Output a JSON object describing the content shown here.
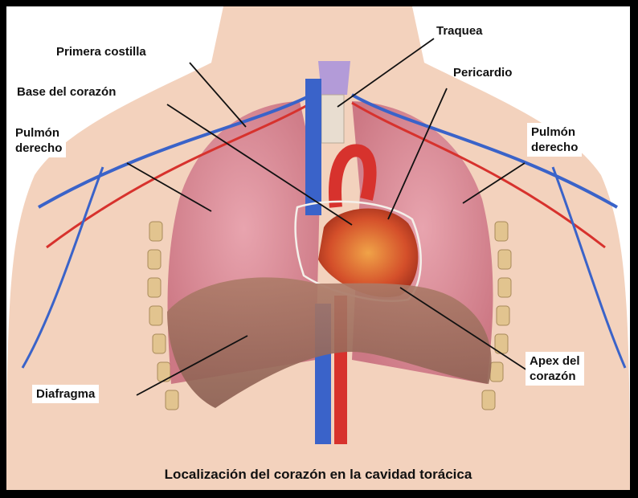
{
  "labels": {
    "primera_costilla": "Primera costilla",
    "traquea": "Traquea",
    "pericardio": "Pericardio",
    "base_corazon": "Base del corazón",
    "pulmon_izq_1": "Pulmón",
    "pulmon_izq_2": "derecho",
    "pulmon_der_1": "Pulmón",
    "pulmon_der_2": "derecho",
    "apex_1": "Apex del",
    "apex_2": "corazón",
    "diafragma": "Diafragma"
  },
  "caption": "Localización del corazón en la cavidad torácica",
  "colors": {
    "skin": "#f3d2bd",
    "lung": "#d98897",
    "diaphragm": "#9a6e5f",
    "vein": "#3a63c9",
    "artery": "#d7322d",
    "heart": "#d4552e",
    "trachea": "#b39bd8"
  }
}
